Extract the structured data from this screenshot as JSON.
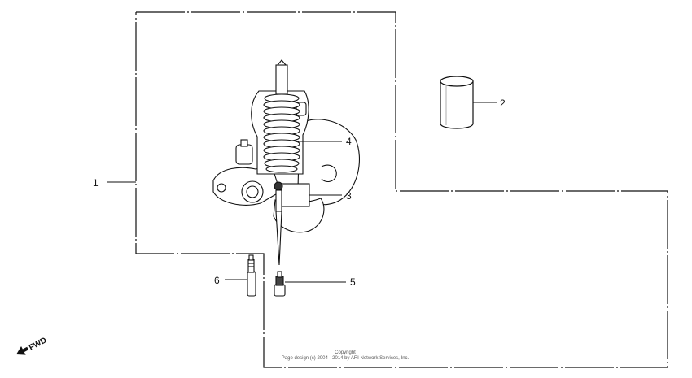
{
  "callouts": {
    "c1": "1",
    "c2": "2",
    "c3": "3",
    "c4": "4",
    "c5": "5",
    "c6": "6"
  },
  "fwd_label": "FWD",
  "copyright": {
    "line1": "Copyright",
    "line2": "Page design (c) 2004 - 2014 by ARI Network Services, Inc."
  },
  "icons": {
    "fwd_arrow": "fwd-arrow-icon"
  },
  "colors": {
    "line": "#111111",
    "background": "#ffffff"
  }
}
